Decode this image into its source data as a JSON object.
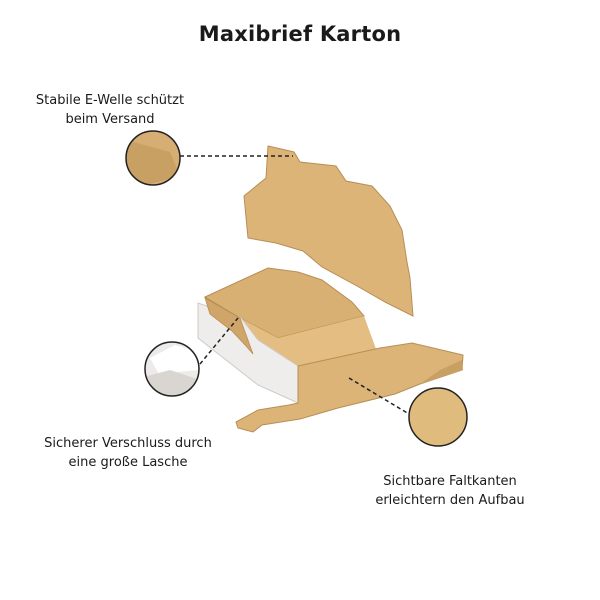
{
  "title": "Maxibrief Karton",
  "callouts": {
    "corrugation": [
      "Stabile E-Welle schützt",
      "beim Versand"
    ],
    "closure": [
      "Sicherer Verschluss durch",
      "eine große Lasche"
    ],
    "fold_edges": [
      "Sichtbare Faltkanten",
      "erleichtern den Aufbau"
    ]
  },
  "colors": {
    "cardboard": "#dcb478",
    "cardboard_dark": "#c9a063",
    "white_side": "#efecec"
  }
}
